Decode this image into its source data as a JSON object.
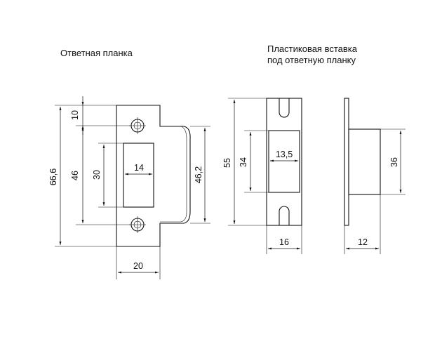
{
  "captions": {
    "strike_plate": "Ответная планка",
    "insert_line1": "Пластиковая  вставка",
    "insert_line2": "под ответную планку"
  },
  "dimensions": {
    "plate_total_height": "66,6",
    "hole_offset": "10",
    "hole_spacing": "46",
    "window_height": "30",
    "window_width": "14",
    "tongue_height": "46,2",
    "plate_width": "20",
    "insert_height": "55",
    "insert_window_height": "34",
    "insert_window_width": "13,5",
    "insert_width": "16",
    "side_height": "36",
    "side_depth": "12"
  }
}
